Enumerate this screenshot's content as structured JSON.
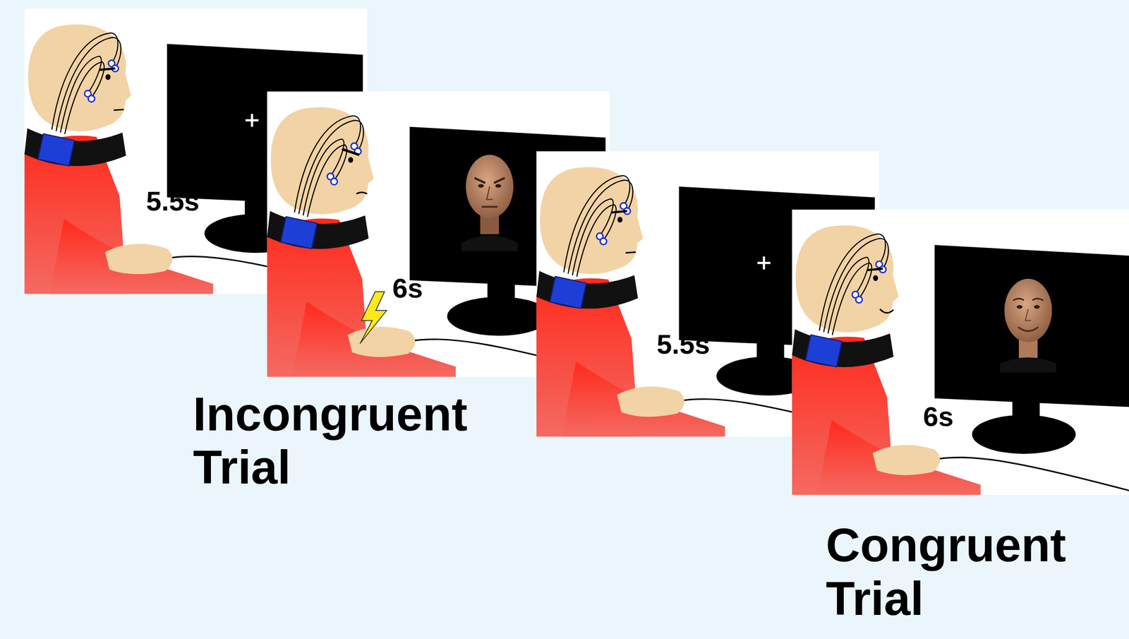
{
  "diagram": {
    "labels": [
      "5.5s",
      "6s",
      "5.5s",
      "6s",
      "Incongruent Trial",
      "Congruent Trial"
    ]
  }
}
